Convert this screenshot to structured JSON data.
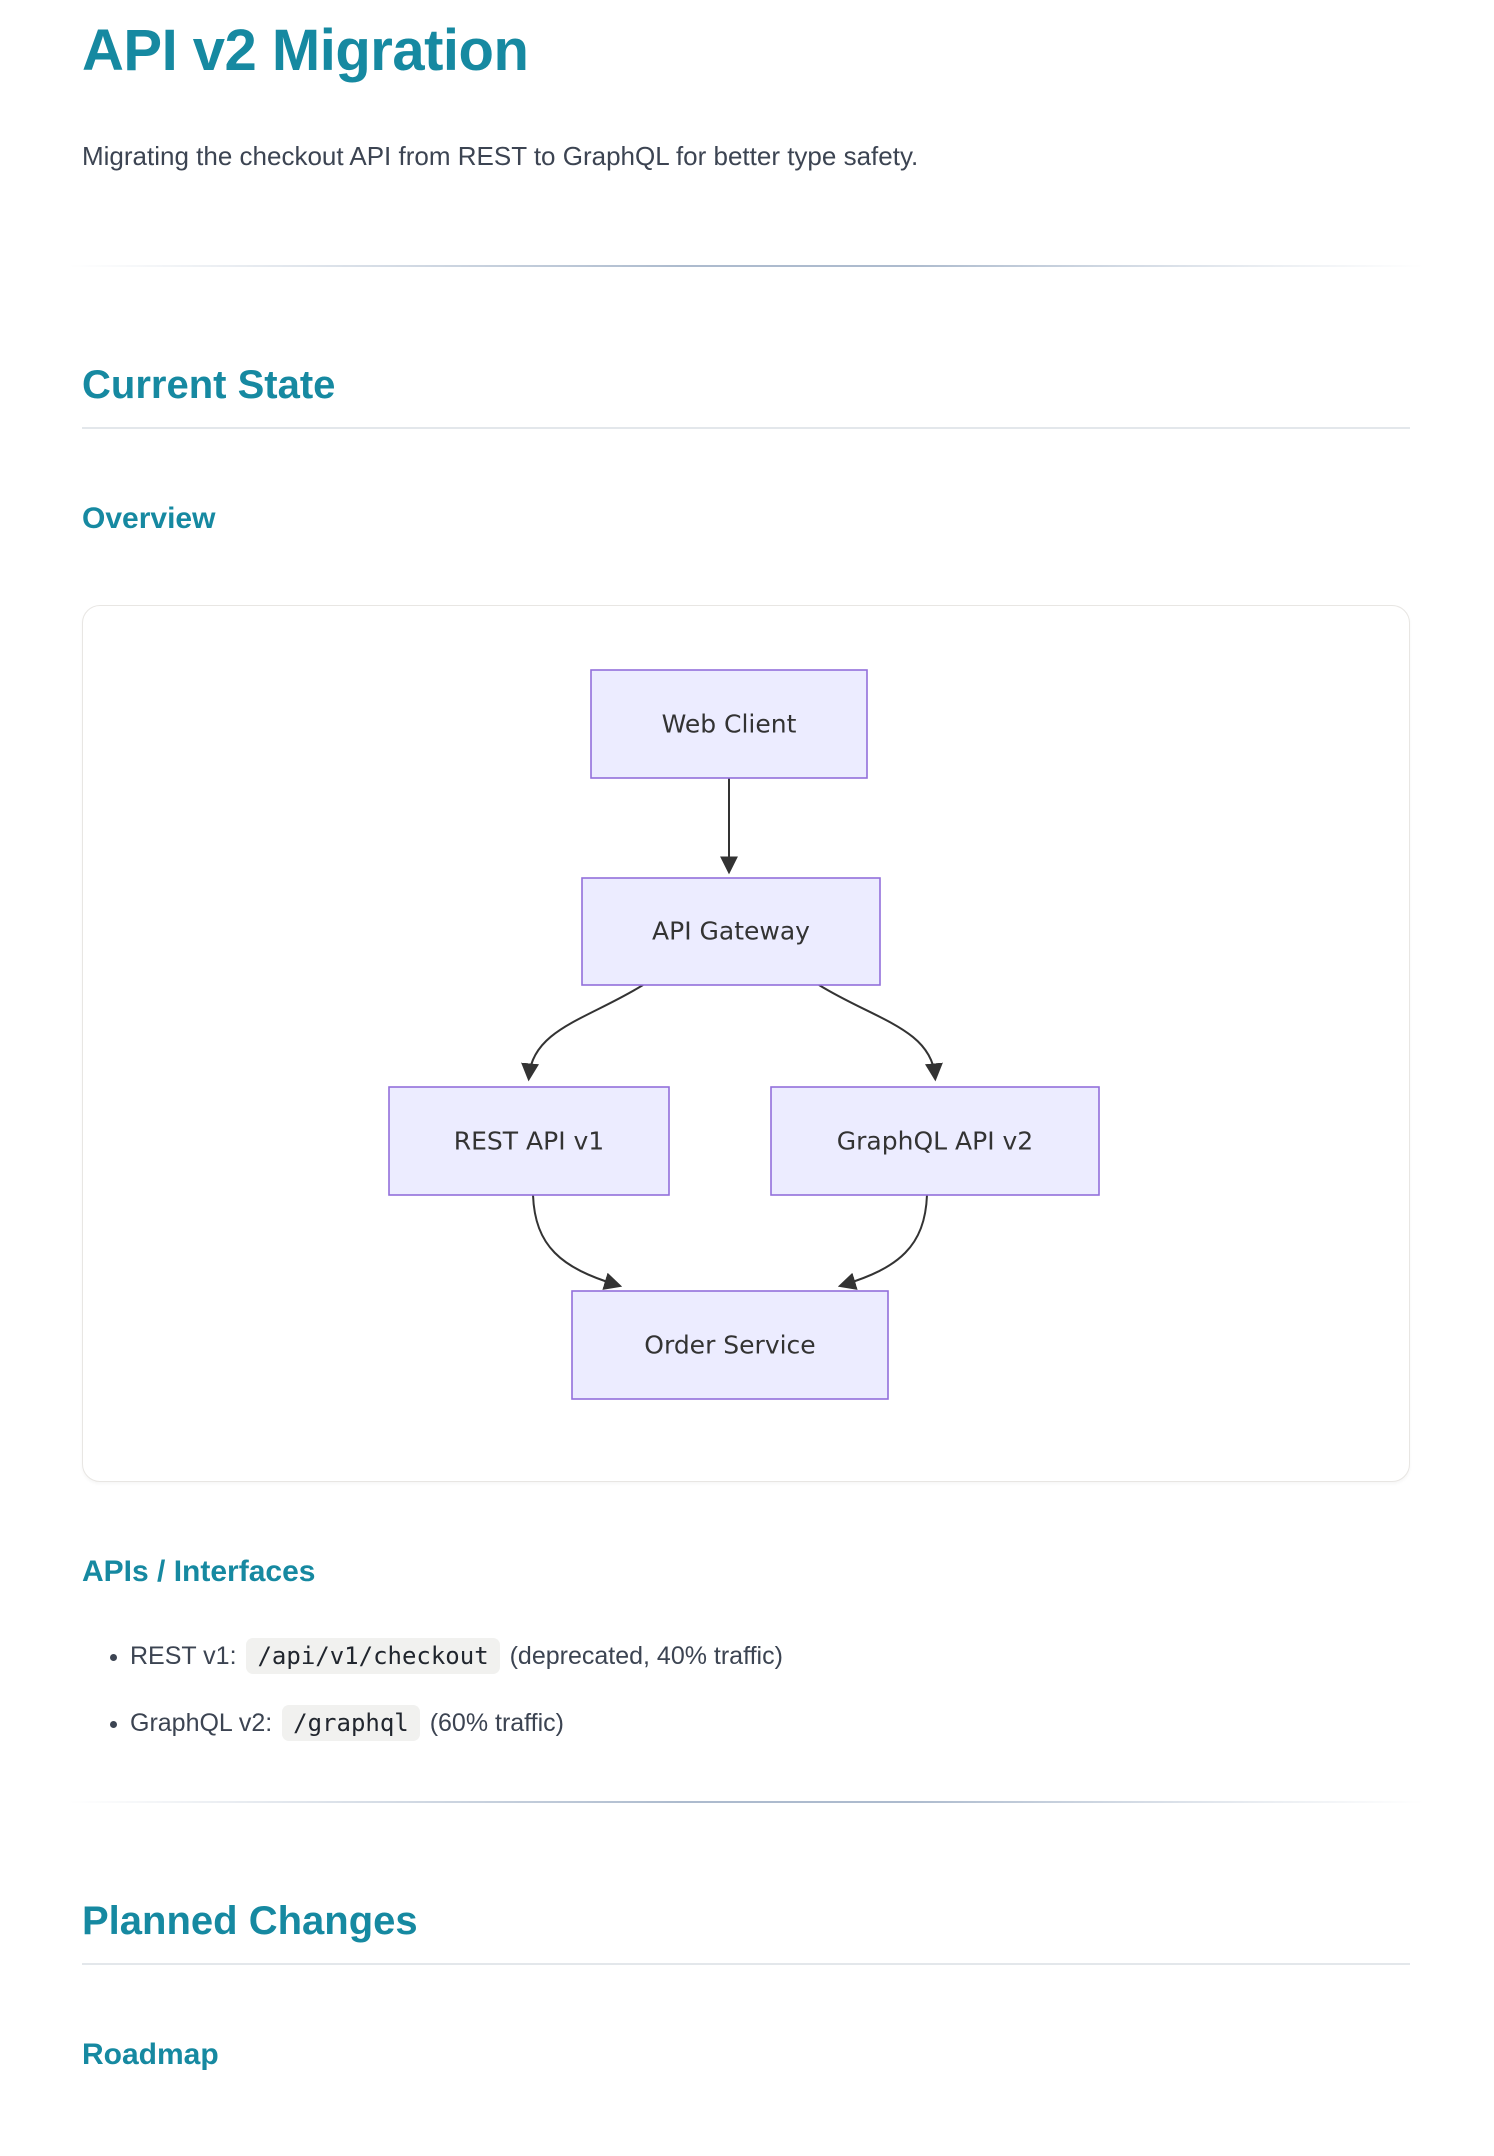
{
  "page": {
    "title": "API v2 Migration",
    "subtitle": "Migrating the checkout API from REST to GraphQL for better type safety."
  },
  "sections": {
    "current_state": "Current State",
    "overview": "Overview",
    "apis_interfaces": "APIs / Interfaces",
    "planned_changes": "Planned Changes",
    "roadmap": "Roadmap"
  },
  "diagram": {
    "type": "flowchart",
    "direction": "top-down",
    "nodes": [
      {
        "id": "web_client",
        "label": "Web Client"
      },
      {
        "id": "api_gateway",
        "label": "API Gateway"
      },
      {
        "id": "rest_api_v1",
        "label": "REST API v1"
      },
      {
        "id": "graphql_api_v2",
        "label": "GraphQL API v2"
      },
      {
        "id": "order_service",
        "label": "Order Service"
      }
    ],
    "edges": [
      {
        "from": "web_client",
        "to": "api_gateway"
      },
      {
        "from": "api_gateway",
        "to": "rest_api_v1"
      },
      {
        "from": "api_gateway",
        "to": "graphql_api_v2"
      },
      {
        "from": "rest_api_v1",
        "to": "order_service"
      },
      {
        "from": "graphql_api_v2",
        "to": "order_service"
      }
    ],
    "colors": {
      "node_fill": "#ECECFF",
      "node_border": "#9370DB",
      "edge": "#333333",
      "label": "#333333"
    }
  },
  "api_list": [
    {
      "prefix": "REST v1: ",
      "code": "/api/v1/checkout",
      "suffix": " (deprecated, 40% traffic)"
    },
    {
      "prefix": "GraphQL v2: ",
      "code": "/graphql",
      "suffix": " (60% traffic)"
    }
  ],
  "colors": {
    "accent": "#1689a1",
    "body_text": "#3c4452",
    "divider": "#96a8c0",
    "heading_rule": "#e3e7eb",
    "card_border": "#e8e6e3",
    "code_bg": "#f1f1ef",
    "code_text": "#21262e"
  }
}
